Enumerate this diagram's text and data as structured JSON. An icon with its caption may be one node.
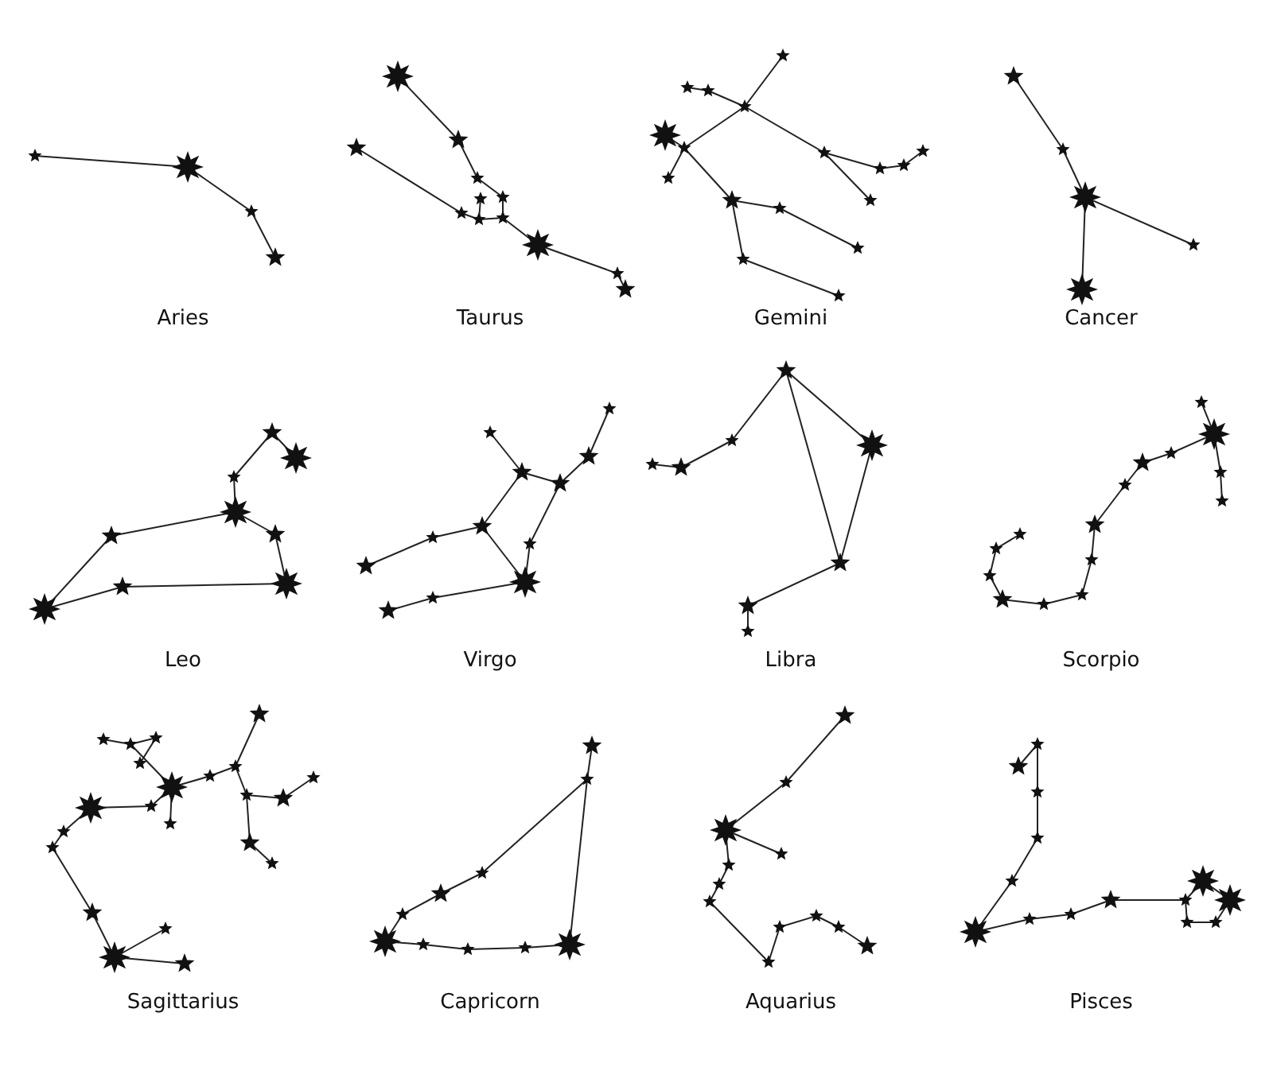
{
  "diagram": {
    "labels": [
      "Aries",
      "Taurus",
      "Gemini",
      "Cancer",
      "Leo",
      "Virgo",
      "Libra",
      "Scorpio",
      "Sagittarius",
      "Capricorn",
      "Aquarius",
      "Pisces"
    ]
  }
}
